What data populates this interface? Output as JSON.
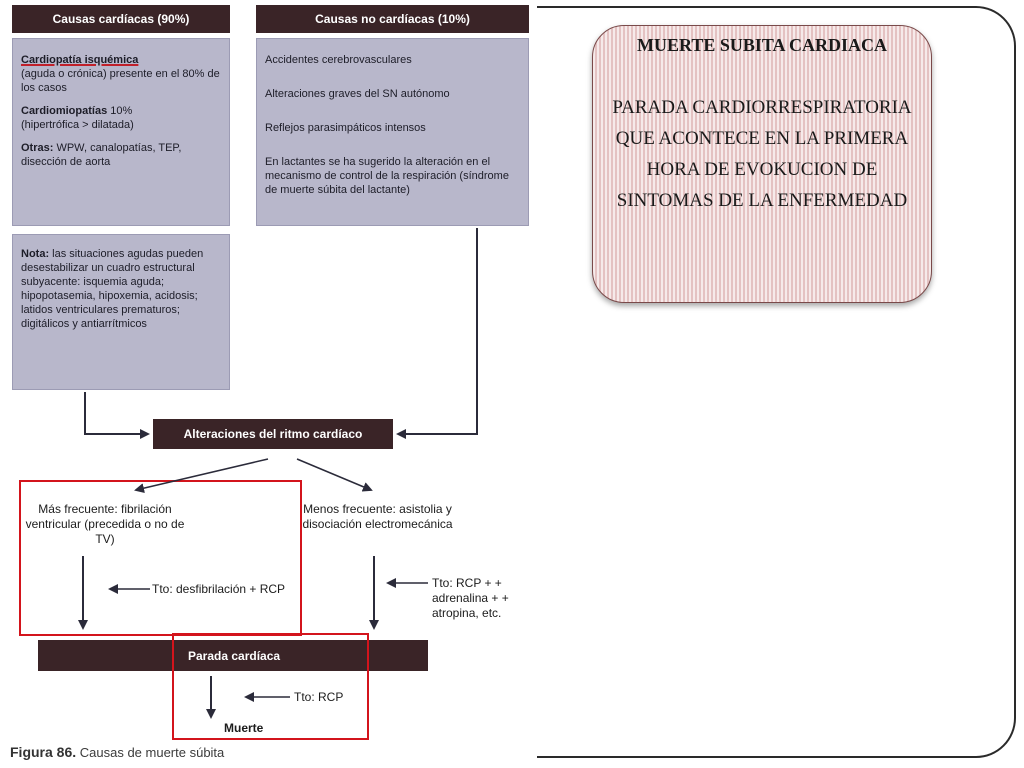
{
  "diagram": {
    "header_cardiac": "Causas cardíacas (90%)",
    "header_noncardiac": "Causas no cardíacas (10%)",
    "cardiac_box": {
      "ischemic_title": "Cardiopatía isquémica",
      "ischemic_text": "(aguda o crónica) presente en el 80% de los casos",
      "cardiomyo_title": "Cardiomiopatías",
      "cardiomyo_pct": " 10%",
      "cardiomyo_text": "(hipertrófica > dilatada)",
      "others_title": "Otras:",
      "others_text": " WPW, canalopatías, TEP, disección de aorta"
    },
    "noncardiac_box": {
      "item1": "Accidentes cerebrovasculares",
      "item2": "Alteraciones graves del SN autónomo",
      "item3": "Reflejos parasimpáticos intensos",
      "item4": "En lactantes se ha sugerido la alteración en el mecanismo de control de la respiración (síndrome de muerte súbita del lactante)"
    },
    "note_box": {
      "label": "Nota:",
      "text": " las situaciones agudas pueden desestabilizar un cuadro estructural subyacente: isquemia aguda; hipopotasemia, hipoxemia, acidosis; latidos ventriculares prematuros; digitálicos y antiarrítmicos"
    },
    "rhythm_header": "Alteraciones del ritmo cardíaco",
    "more_frequent": "Más frecuente: fibrilación ventricular (precedida o no de TV)",
    "less_frequent": "Menos frecuente: asistolia y disociación electromecánica",
    "tto_left": "Tto: desfibrilación + RCP",
    "tto_right": "Tto: RCP + + adrenalina + + atropina, etc.",
    "arrest_header": "Parada cardíaca",
    "tto_arrest": "Tto: RCP",
    "death": "Muerte",
    "caption_label": "Figura 86.",
    "caption_text": " Causas de muerte súbita"
  },
  "callout": {
    "title": "MUERTE SUBITA CARDIACA",
    "body": "PARADA CARDIORRESPIRATORIA QUE ACONTECE EN LA PRIMERA HORA DE EVOKUCION DE SINTOMAS DE LA ENFERMEDAD"
  },
  "colors": {
    "header_bg": "#3a2427",
    "box_bg": "#b8b7cb",
    "highlight_red": "#d3141c",
    "callout_bg": "#ecd0d0"
  }
}
